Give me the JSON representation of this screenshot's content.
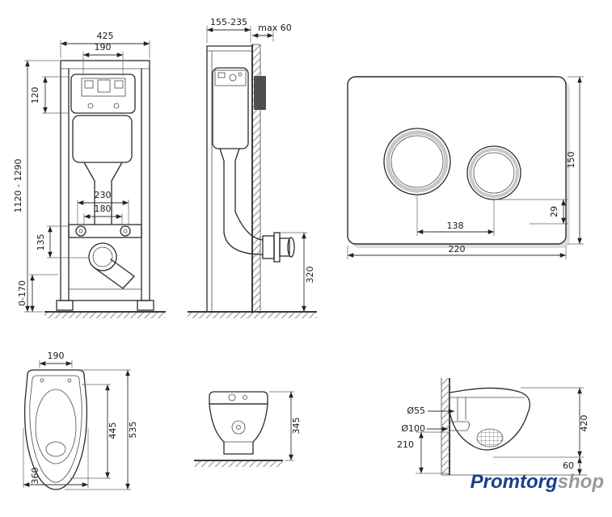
{
  "brand": {
    "primary": "Promtorg",
    "secondary": "shop",
    "primary_color": "#16418c",
    "secondary_color": "#9a9a9a"
  },
  "views": {
    "frame_front": {
      "total_width": "425",
      "inner_width": "190",
      "box_height": "120",
      "height_range": "1120 - 1290",
      "bolt_spacing": "230",
      "drain_spacing": "180",
      "outlet_offset": "135",
      "foot_adjust_range": "0-170"
    },
    "frame_side": {
      "depth_range": "155-235",
      "max_wall_offset": "max 60",
      "outlet_height": "320"
    },
    "flush_plate": {
      "width": "220",
      "height": "150",
      "button_spacing": "138",
      "button_offset": "29"
    },
    "toilet_top": {
      "front_width": "190",
      "length": "535",
      "inner_length": "445",
      "width": "360"
    },
    "toilet_front": {
      "height": "345"
    },
    "toilet_side": {
      "drain_diameter": "Ø55",
      "outlet_diameter": "Ø100",
      "lower_height": "210",
      "total_height": "420",
      "bottom_offset": "60"
    }
  }
}
